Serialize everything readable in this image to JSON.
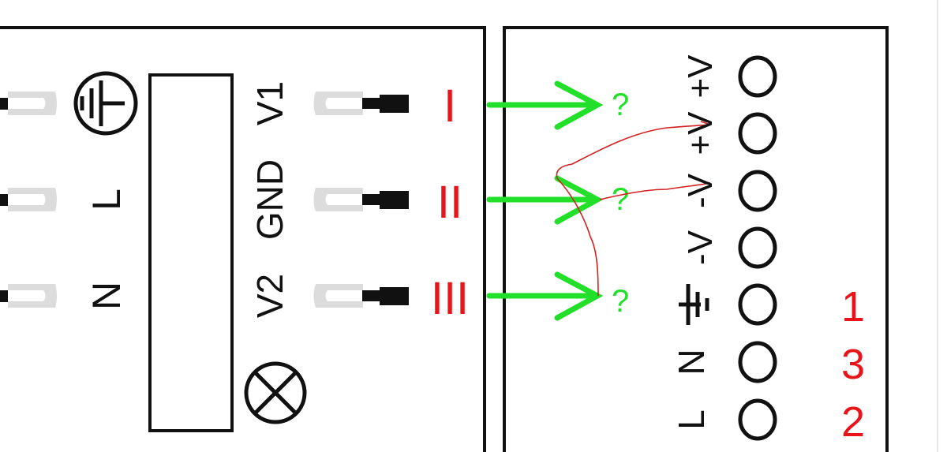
{
  "colors": {
    "ink": "#111111",
    "red": "#e8141a",
    "green": "#22e02a",
    "connector": "#dcdcdc",
    "annotation": "#d42020"
  },
  "left_module": {
    "input_labels": [
      "L",
      "N"
    ],
    "input_icons": [
      "earth-ground-icon"
    ],
    "output_labels": [
      "V1",
      "GND",
      "V2"
    ],
    "output_markers": [
      "I",
      "II",
      "III"
    ],
    "lamp_icon": "lamp-icon"
  },
  "arrows": {
    "question_marks": [
      "?",
      "?",
      "?"
    ]
  },
  "right_module": {
    "terminal_labels": [
      "+V",
      "+V",
      "-V",
      "-V",
      "N",
      "L"
    ],
    "ground_icon": "ground-icon",
    "red_numbers": [
      "1",
      "3",
      "2"
    ]
  }
}
